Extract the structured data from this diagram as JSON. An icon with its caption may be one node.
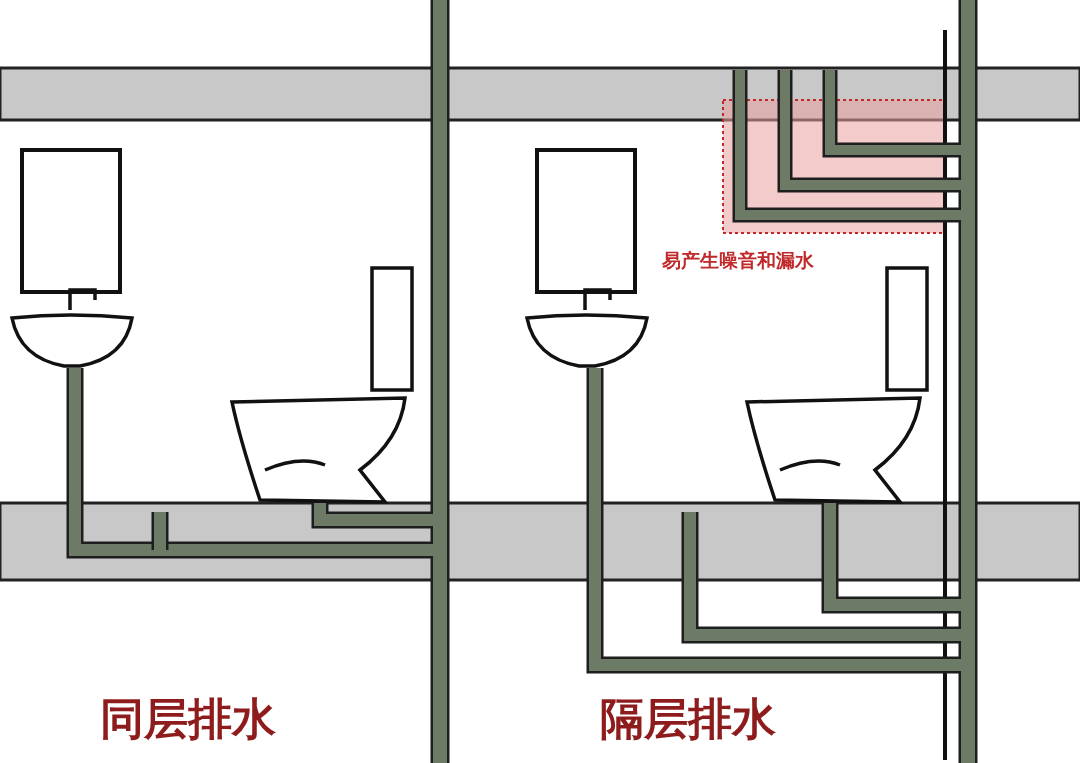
{
  "diagram": {
    "labels": [
      "易产生噪音和漏水",
      "同层排水",
      "隔层排水"
    ]
  }
}
